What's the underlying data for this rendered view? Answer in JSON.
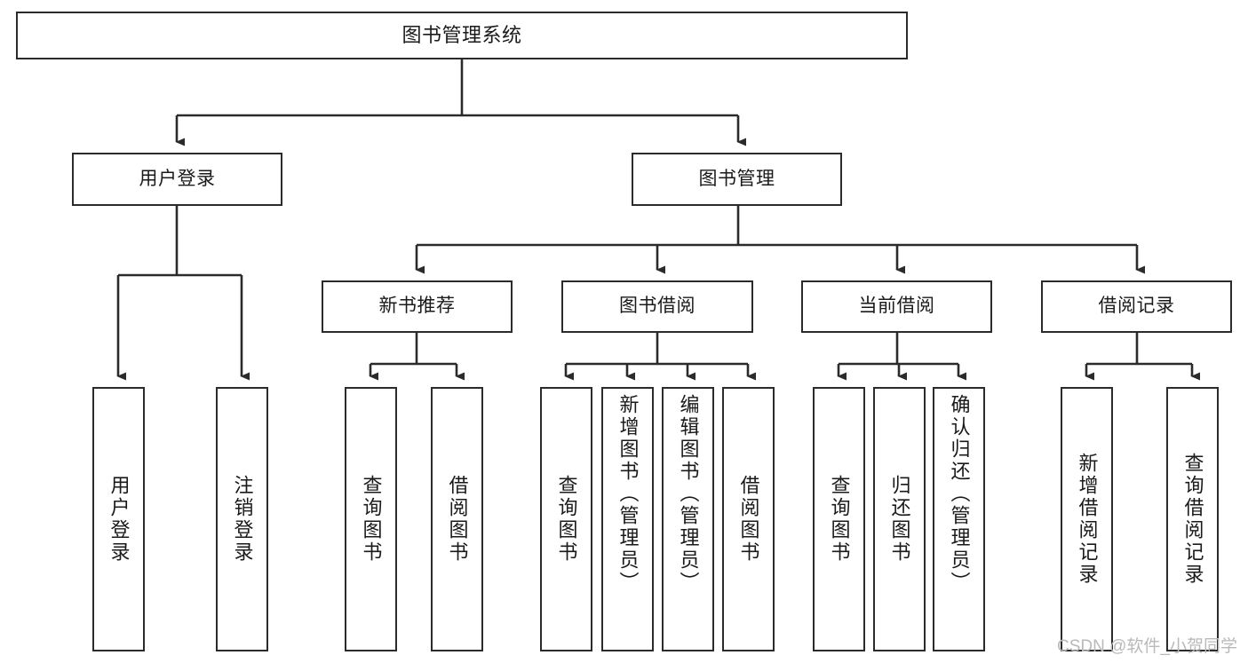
{
  "diagram": {
    "type": "tree-hierarchy",
    "title": "图书管理系统",
    "watermark": "CSDN @软件_小贺同学",
    "colors": {
      "box_border": "#2b2b2b",
      "box_fill": "#ffffff",
      "connector": "#2b2b2b",
      "text": "#1a1a1a",
      "watermark": "#b9b9b9",
      "background": "#ffffff"
    },
    "nodes": {
      "root": {
        "label": "图书管理系统"
      },
      "tier2": [
        {
          "id": "user-login",
          "label": "用户登录"
        },
        {
          "id": "book-manage",
          "label": "图书管理"
        }
      ],
      "tier3": [
        {
          "id": "new-book-recommend",
          "label": "新书推荐"
        },
        {
          "id": "book-borrow",
          "label": "图书借阅"
        },
        {
          "id": "current-borrow",
          "label": "当前借阅"
        },
        {
          "id": "borrow-record",
          "label": "借阅记录"
        }
      ],
      "leaves": {
        "user-login": [
          {
            "id": "leaf-user-login",
            "label": "用户登录"
          },
          {
            "id": "leaf-logout",
            "label": "注销登录"
          }
        ],
        "new-book-recommend": [
          {
            "id": "leaf-query-book-1",
            "label": "查询图书"
          },
          {
            "id": "leaf-borrow-book-1",
            "label": "借阅图书"
          }
        ],
        "book-borrow": [
          {
            "id": "leaf-query-book-2",
            "label": "查询图书"
          },
          {
            "id": "leaf-add-book",
            "label": "新增图书（管理员）"
          },
          {
            "id": "leaf-edit-book",
            "label": "编辑图书（管理员）"
          },
          {
            "id": "leaf-borrow-book-2",
            "label": "借阅图书"
          }
        ],
        "current-borrow": [
          {
            "id": "leaf-query-book-3",
            "label": "查询图书"
          },
          {
            "id": "leaf-return-book",
            "label": "归还图书"
          },
          {
            "id": "leaf-confirm-return",
            "label": "确认归还（管理员）"
          }
        ],
        "borrow-record": [
          {
            "id": "leaf-add-record",
            "label": "新增借阅记录"
          },
          {
            "id": "leaf-query-record",
            "label": "查询借阅记录"
          }
        ]
      }
    }
  }
}
